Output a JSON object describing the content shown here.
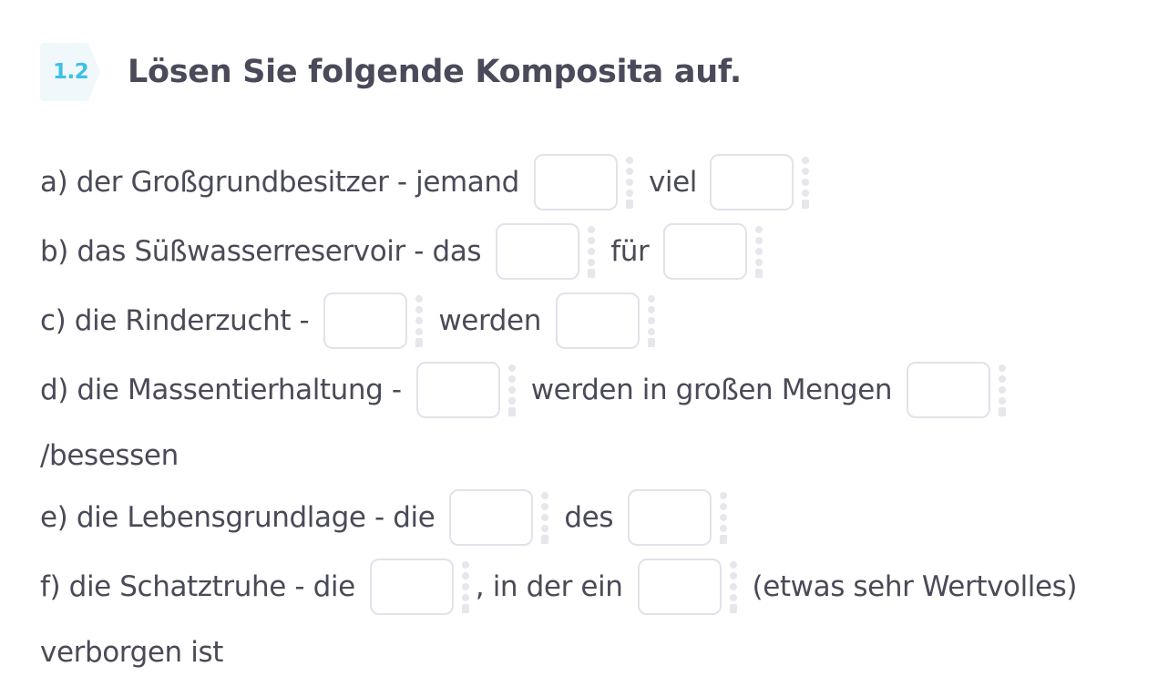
{
  "exercise": {
    "number": "1.2",
    "title": "Lösen Sie folgende Komposita auf."
  },
  "lines": [
    {
      "id": "a",
      "parts": [
        "a) der Großgrundbesitzer - jemand",
        "viel",
        ""
      ]
    },
    {
      "id": "b",
      "parts": [
        "b) das Süßwasserreservoir - das",
        "für",
        ""
      ]
    },
    {
      "id": "c",
      "parts": [
        "c) die Rinderzucht -",
        "werden",
        ""
      ]
    },
    {
      "id": "d",
      "parts": [
        "d) die Massentierhaltung -",
        "werden in großen Mengen",
        ""
      ]
    },
    {
      "id": "d2",
      "text": "/besessen"
    },
    {
      "id": "e",
      "parts": [
        "e) die Lebensgrundlage - die",
        "des",
        ""
      ]
    },
    {
      "id": "f",
      "parts": [
        "f) die Schatztruhe - die",
        ", in der ein",
        "(etwas sehr Wertvolles)"
      ]
    },
    {
      "id": "f2",
      "text": "verborgen ist"
    }
  ]
}
